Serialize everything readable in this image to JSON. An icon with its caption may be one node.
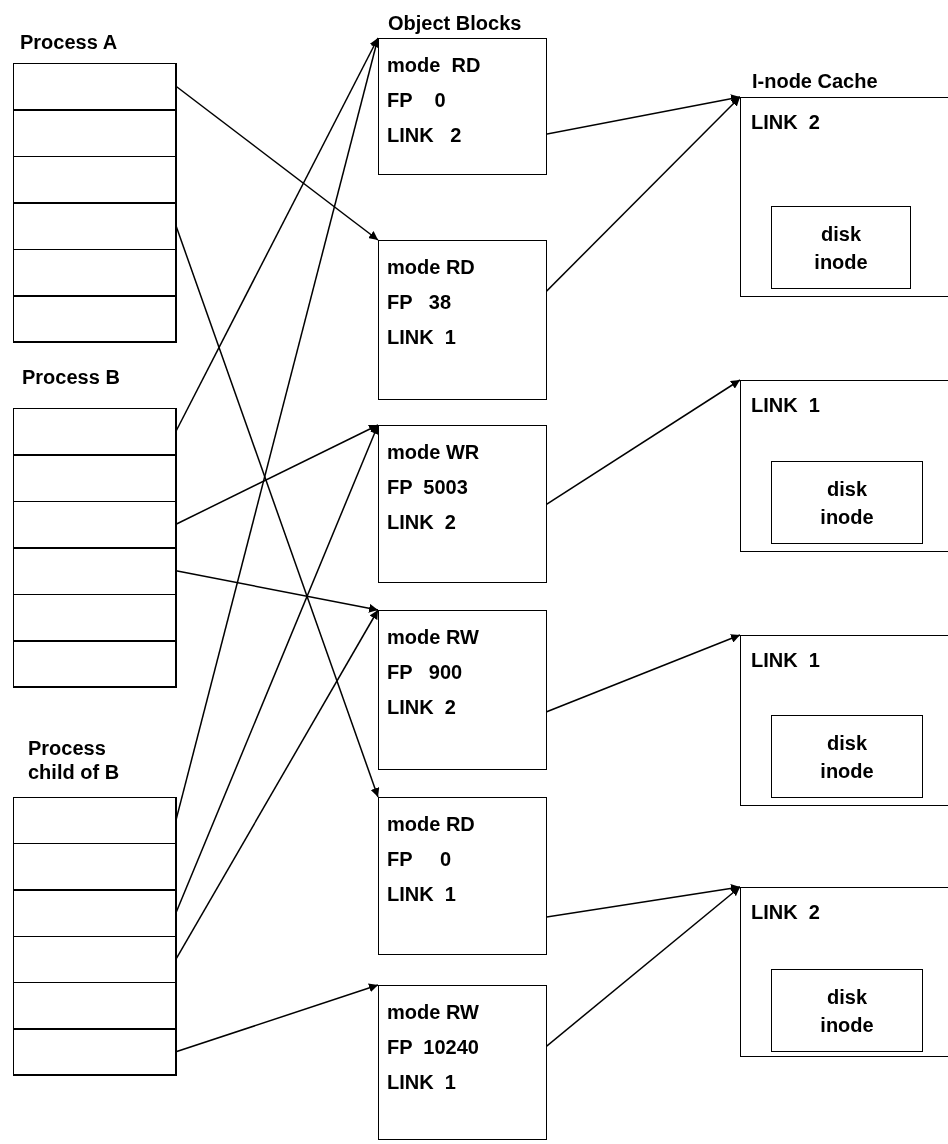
{
  "diagram": {
    "nodes": [
      {
        "text": [
          "Process A"
        ]
      },
      {
        "text": [],
        "shape": "box",
        "in": 0
      },
      {
        "text": [],
        "shape": "box",
        "in": 0
      },
      {
        "text": [],
        "shape": "box",
        "in": 0
      },
      {
        "text": [],
        "shape": "box",
        "in": 0
      },
      {
        "text": [],
        "shape": "box",
        "in": 0
      },
      {
        "text": [],
        "shape": "box",
        "in": 0
      },
      {
        "text": [
          "Process B"
        ]
      },
      {
        "text": [],
        "shape": "box",
        "in": 7
      },
      {
        "text": [],
        "shape": "box",
        "in": 7
      },
      {
        "text": [],
        "shape": "box",
        "in": 7
      },
      {
        "text": [],
        "shape": "box",
        "in": 7
      },
      {
        "text": [],
        "shape": "box",
        "in": 7
      },
      {
        "text": [],
        "shape": "box",
        "in": 7
      },
      {
        "text": [
          "Process child of B"
        ]
      },
      {
        "text": [],
        "shape": "box",
        "in": 14
      },
      {
        "text": [],
        "shape": "box",
        "in": 14
      },
      {
        "text": [],
        "shape": "box",
        "in": 14
      },
      {
        "text": [],
        "shape": "box",
        "in": 14
      },
      {
        "text": [],
        "shape": "box",
        "in": 14
      },
      {
        "text": [],
        "shape": "box",
        "in": 14
      },
      {
        "text": [
          "mode  RD",
          "FP    0",
          "LINK   2"
        ]
      },
      {
        "text": [
          "mode RD",
          "FP   38",
          "LINK  1"
        ]
      },
      {
        "text": [
          "mode WR",
          "FP  5003",
          "LINK  2"
        ]
      },
      {
        "text": [
          "mode RW",
          "FP   900",
          "LINK  2"
        ]
      },
      {
        "text": [
          "mode RD",
          "FP     0",
          "LINK  1"
        ]
      },
      {
        "text": [
          "mode RW",
          "FP  10240",
          "LINK  1"
        ]
      },
      {
        "text": [
          "LINK  2"
        ]
      },
      {
        "text": [
          "disk inode"
        ],
        "in": 27
      },
      {
        "text": [
          "LINK  1"
        ]
      },
      {
        "text": [
          "disk inode"
        ],
        "in": 29
      },
      {
        "text": [
          "LINK  1"
        ]
      },
      {
        "text": [
          "disk inode"
        ],
        "in": 31
      },
      {
        "text": [
          "LINK  2"
        ]
      },
      {
        "text": [
          "disk inode"
        ],
        "in": 33
      }
    ],
    "edges": [
      {
        "from": 1,
        "to": 22,
        "arrow": "to"
      },
      {
        "from": 4,
        "to": 25,
        "arrow": "to"
      },
      {
        "from": 8,
        "to": 21,
        "arrow": "to"
      },
      {
        "from": 10,
        "to": 23,
        "arrow": "to"
      },
      {
        "from": 11,
        "to": 24,
        "arrow": "to"
      },
      {
        "from": 15,
        "to": 21,
        "arrow": "to"
      },
      {
        "from": 17,
        "to": 23,
        "arrow": "to"
      },
      {
        "from": 18,
        "to": 24,
        "arrow": "to"
      },
      {
        "from": 20,
        "to": 26,
        "arrow": "to"
      },
      {
        "from": 21,
        "to": 27,
        "arrow": "to"
      },
      {
        "from": 22,
        "to": 27,
        "arrow": "to"
      },
      {
        "from": 23,
        "to": 29,
        "arrow": "to"
      },
      {
        "from": 24,
        "to": 31,
        "arrow": "to"
      },
      {
        "from": 25,
        "to": 33,
        "arrow": "to"
      },
      {
        "from": 26,
        "to": 33,
        "arrow": "to"
      }
    ],
    "labels": [
      "Object Blocks",
      "I-node Cache"
    ]
  }
}
